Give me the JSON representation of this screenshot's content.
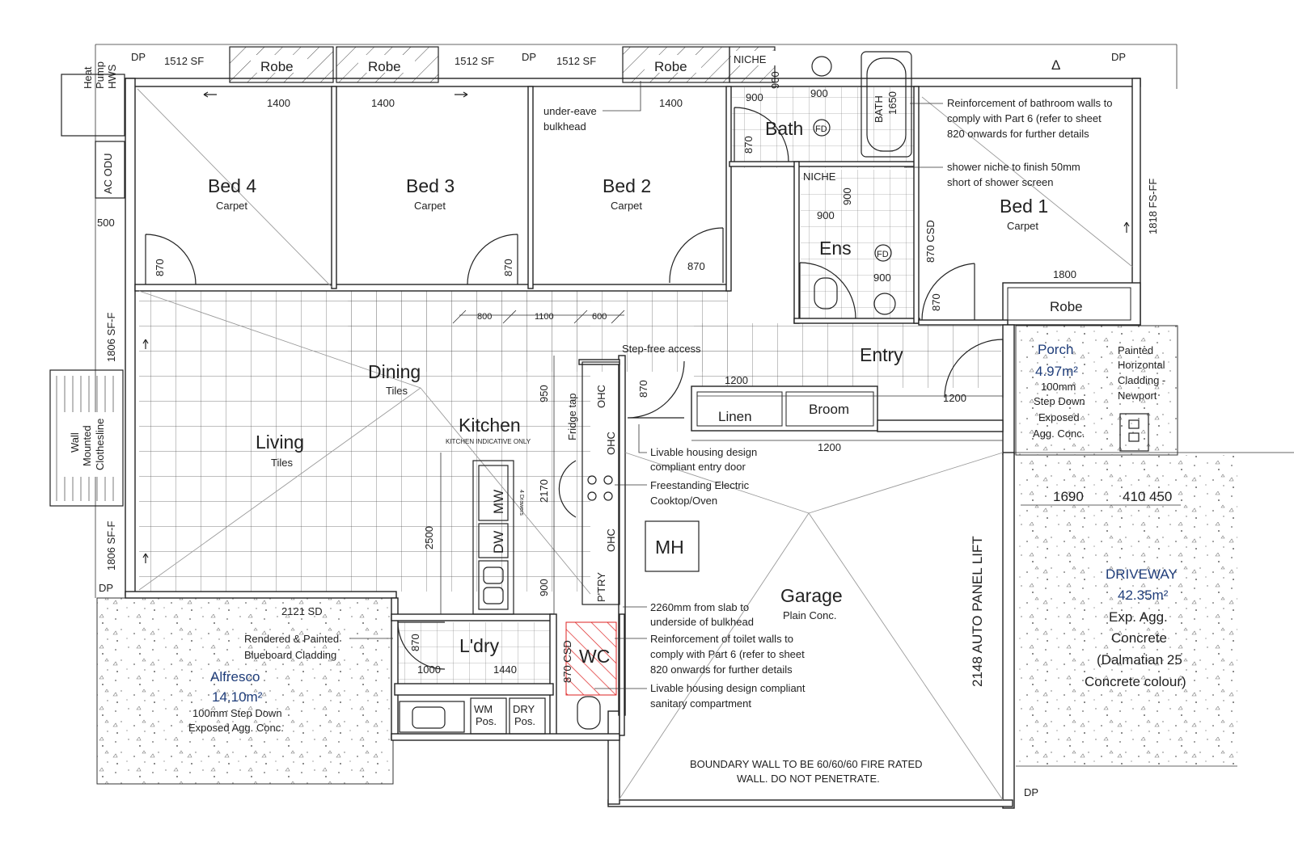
{
  "rooms": {
    "bed4": {
      "name": "Bed 4",
      "finish": "Carpet"
    },
    "bed3": {
      "name": "Bed 3",
      "finish": "Carpet"
    },
    "bed2": {
      "name": "Bed 2",
      "finish": "Carpet"
    },
    "bed1": {
      "name": "Bed 1",
      "finish": "Carpet"
    },
    "dining": {
      "name": "Dining",
      "finish": "Tiles"
    },
    "living": {
      "name": "Living",
      "finish": "Tiles"
    },
    "kitchen": {
      "name": "Kitchen",
      "note": "KITCHEN INDICATIVE ONLY"
    },
    "bath": {
      "name": "Bath"
    },
    "ens": {
      "name": "Ens"
    },
    "entry": {
      "name": "Entry"
    },
    "garage": {
      "name": "Garage",
      "finish": "Plain Conc."
    },
    "laundry": {
      "name": "L'dry"
    },
    "wc": {
      "name": "WC"
    },
    "linen": {
      "name": "Linen"
    },
    "broom": {
      "name": "Broom"
    },
    "robe": "Robe",
    "niche": "NICHE",
    "mh": "MH",
    "pantry": "P'TRY",
    "ohc": "OHC"
  },
  "outdoor": {
    "alfresco": {
      "name": "Alfresco",
      "area": "14.10m²",
      "desc1": "100mm Step Down",
      "desc2": "Exposed Agg. Conc."
    },
    "porch": {
      "name": "Porch",
      "area": "4.97m²",
      "desc1": "100mm",
      "desc2": "Step Down",
      "desc3": "Exposed",
      "desc4": "Agg. Conc."
    },
    "driveway": {
      "name": "DRIVEWAY",
      "area": "42.35m²",
      "desc1": "Exp. Agg.",
      "desc2": "Concrete",
      "desc3": "(Dalmatian 25",
      "desc4": "Concrete colour)"
    }
  },
  "fixtures": {
    "heat_pump": [
      "Heat",
      "Pump",
      "HWS"
    ],
    "ac_odu": "AC ODU",
    "clothesline": [
      "Wall",
      "Mounted",
      "Clothesline"
    ],
    "fd": "FD",
    "bath_tub": [
      "BATH",
      "1650"
    ],
    "mw": "MW",
    "dw": "DW",
    "wm": [
      "WM",
      "Pos."
    ],
    "dry": [
      "DRY",
      "Pos."
    ],
    "drawers": "4 Drawers",
    "fridge_tap": "Fridge tap",
    "dp": "DP",
    "delta": "Δ"
  },
  "dimensions": {
    "sf1512": "1512 SF",
    "d1400": "1400",
    "d870": "870",
    "d900": "900",
    "d1800": "1800",
    "d1200": "1200",
    "d800": "800",
    "d1100": "1100",
    "d600": "600",
    "d950": "950",
    "d2170": "2170",
    "d2500": "2500",
    "d1000": "1000",
    "d1440": "1440",
    "d1690": "1690",
    "d410": "410",
    "d450": "450",
    "d500": "500",
    "csd870": "870 CSD",
    "sd2121": "2121 SD",
    "sff1806": "1806 SF-F",
    "fsff1818": "1818 FS-FF",
    "panel_lift": "2148 AUTO PANEL LIFT"
  },
  "notes": {
    "underEave": [
      "under-eave",
      "bulkhead"
    ],
    "bathWalls": [
      "Reinforcement of bathroom walls to",
      "comply with Part 6 (refer to sheet",
      "820 onwards for further details"
    ],
    "showerNiche": [
      "shower niche to finish 50mm",
      "short of shower screen"
    ],
    "stepFree": "Step-free access",
    "painted": [
      "Painted",
      "Horizontal",
      "Cladding -",
      "Newport"
    ],
    "livableDoor": [
      "Livable housing design",
      "compliant entry door"
    ],
    "cooktop": [
      "Freestanding Electric",
      "Cooktop/Oven"
    ],
    "bulkhead": [
      "2260mm from slab to",
      "underside of bulkhead"
    ],
    "toiletWalls": [
      "Reinforcement of toilet walls to",
      "comply with Part 6 (refer to sheet",
      "820 onwards for further details"
    ],
    "sanitary": [
      "Livable housing design compliant",
      "sanitary compartment"
    ],
    "rendered": [
      "Rendered & Painted",
      "Blueboard Cladding"
    ],
    "boundary": [
      "BOUNDARY WALL TO BE 60/60/60 FIRE RATED",
      "WALL. DO NOT PENETRATE."
    ]
  }
}
